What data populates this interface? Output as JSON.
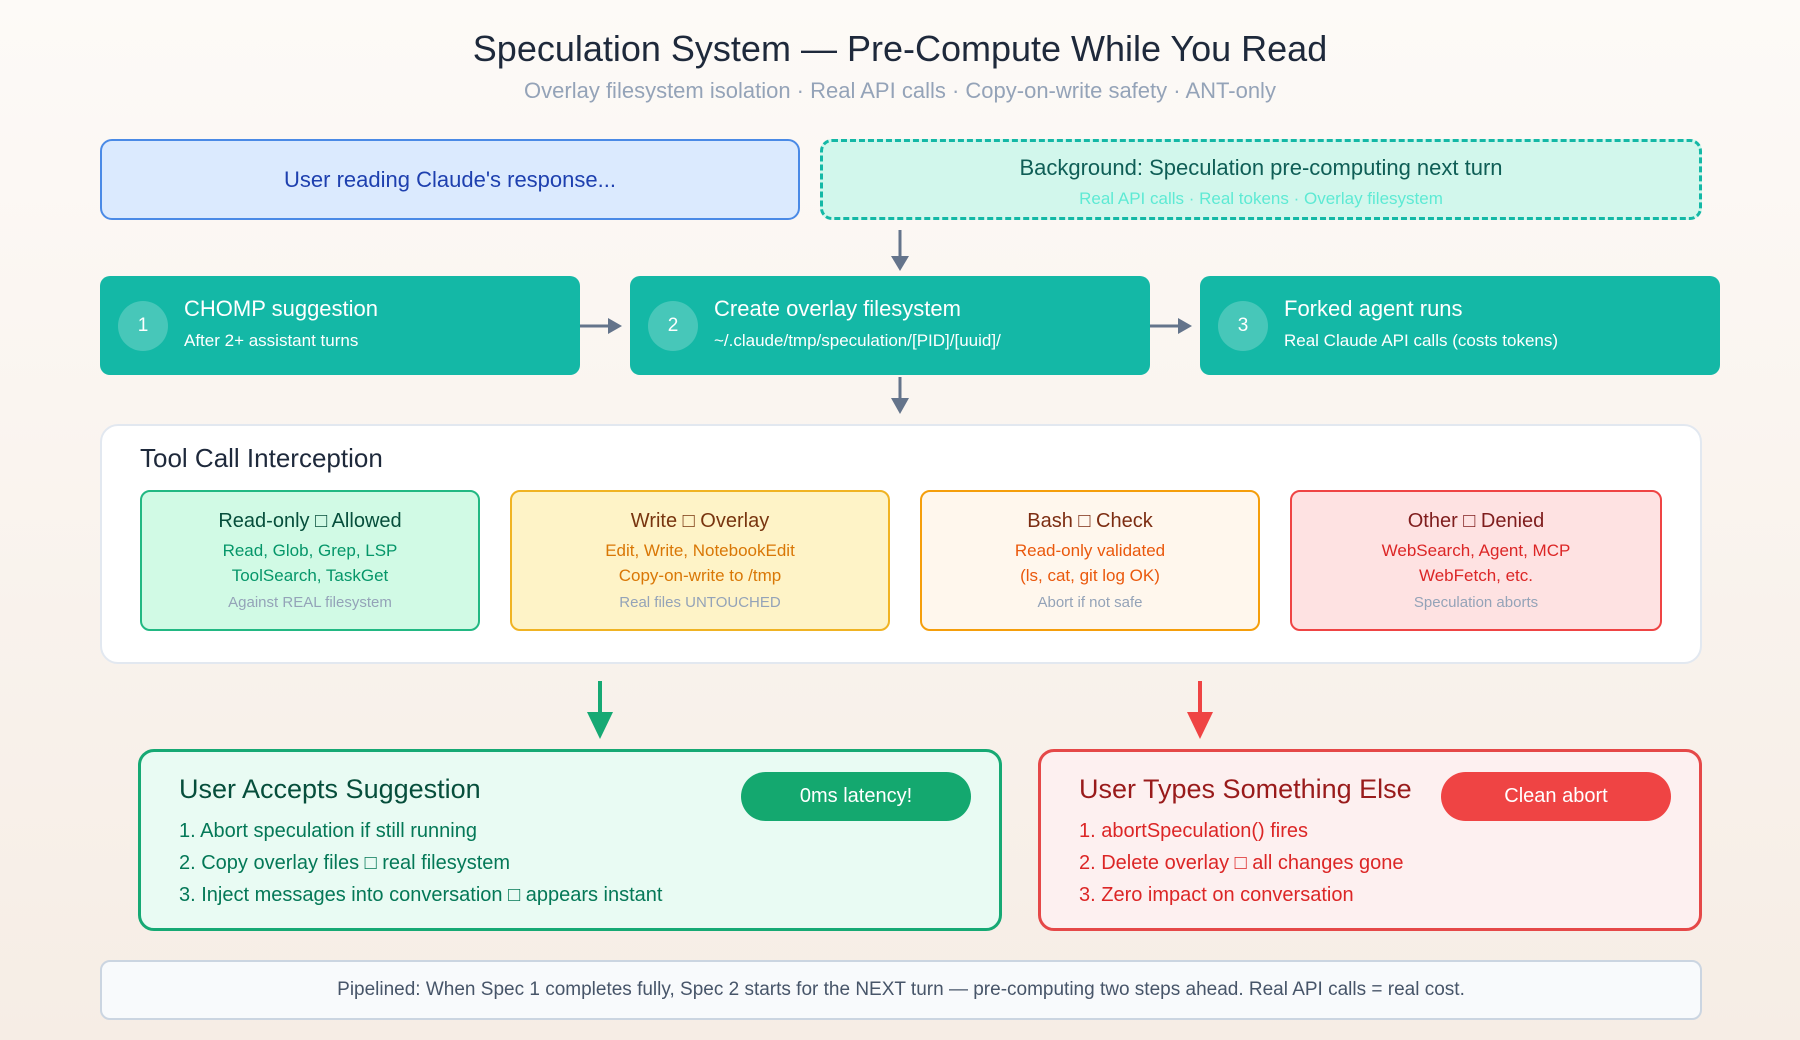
{
  "header": {
    "title": "Speculation System — Pre-Compute While You Read",
    "subtitle": "Overlay filesystem isolation · Real API calls · Copy-on-write safety · ANT-only"
  },
  "top": {
    "user_box": "User reading Claude's response...",
    "background_box": {
      "title": "Background: Speculation pre-computing next turn",
      "subtitle": "Real API calls · Real tokens · Overlay filesystem"
    }
  },
  "steps": [
    {
      "num": "1",
      "title": "CHOMP suggestion",
      "subtitle": "After 2+ assistant turns"
    },
    {
      "num": "2",
      "title": "Create overlay filesystem",
      "subtitle": "~/.claude/tmp/speculation/[PID]/[uuid]/"
    },
    {
      "num": "3",
      "title": "Forked agent runs",
      "subtitle": "Real Claude API calls (costs tokens)"
    }
  ],
  "interception": {
    "title": "Tool Call Interception",
    "categories": [
      {
        "heading": "Read-only □ Allowed",
        "line1": "Read, Glob, Grep, LSP",
        "line2": "ToolSearch, TaskGet",
        "note": "Against REAL filesystem"
      },
      {
        "heading": "Write □ Overlay",
        "line1": "Edit, Write, NotebookEdit",
        "line2": "Copy-on-write to /tmp",
        "note": "Real files UNTOUCHED"
      },
      {
        "heading": "Bash □ Check",
        "line1": "Read-only validated",
        "line2": "(ls, cat, git log OK)",
        "note": "Abort if not safe"
      },
      {
        "heading": "Other □ Denied",
        "line1": "WebSearch, Agent, MCP",
        "line2": "WebFetch, etc.",
        "note": "Speculation aborts"
      }
    ]
  },
  "outcomes": {
    "accept": {
      "title": "User Accepts Suggestion",
      "badge": "0ms latency!",
      "items": [
        "1. Abort speculation if still running",
        "2. Copy overlay files □ real filesystem",
        "3. Inject messages into conversation □ appears instant"
      ]
    },
    "other": {
      "title": "User Types Something Else",
      "badge": "Clean abort",
      "items": [
        "1. abortSpeculation() fires",
        "2. Delete overlay □ all changes gone",
        "3. Zero impact on conversation"
      ]
    }
  },
  "footer": "Pipelined: When Spec 1 completes fully, Spec 2 starts for the NEXT turn — pre-computing two steps ahead. Real API calls = real cost.",
  "colors": {
    "teal": "#14b8a6",
    "green": "#16a974",
    "red": "#ef4444",
    "arrow": "#64748b"
  }
}
